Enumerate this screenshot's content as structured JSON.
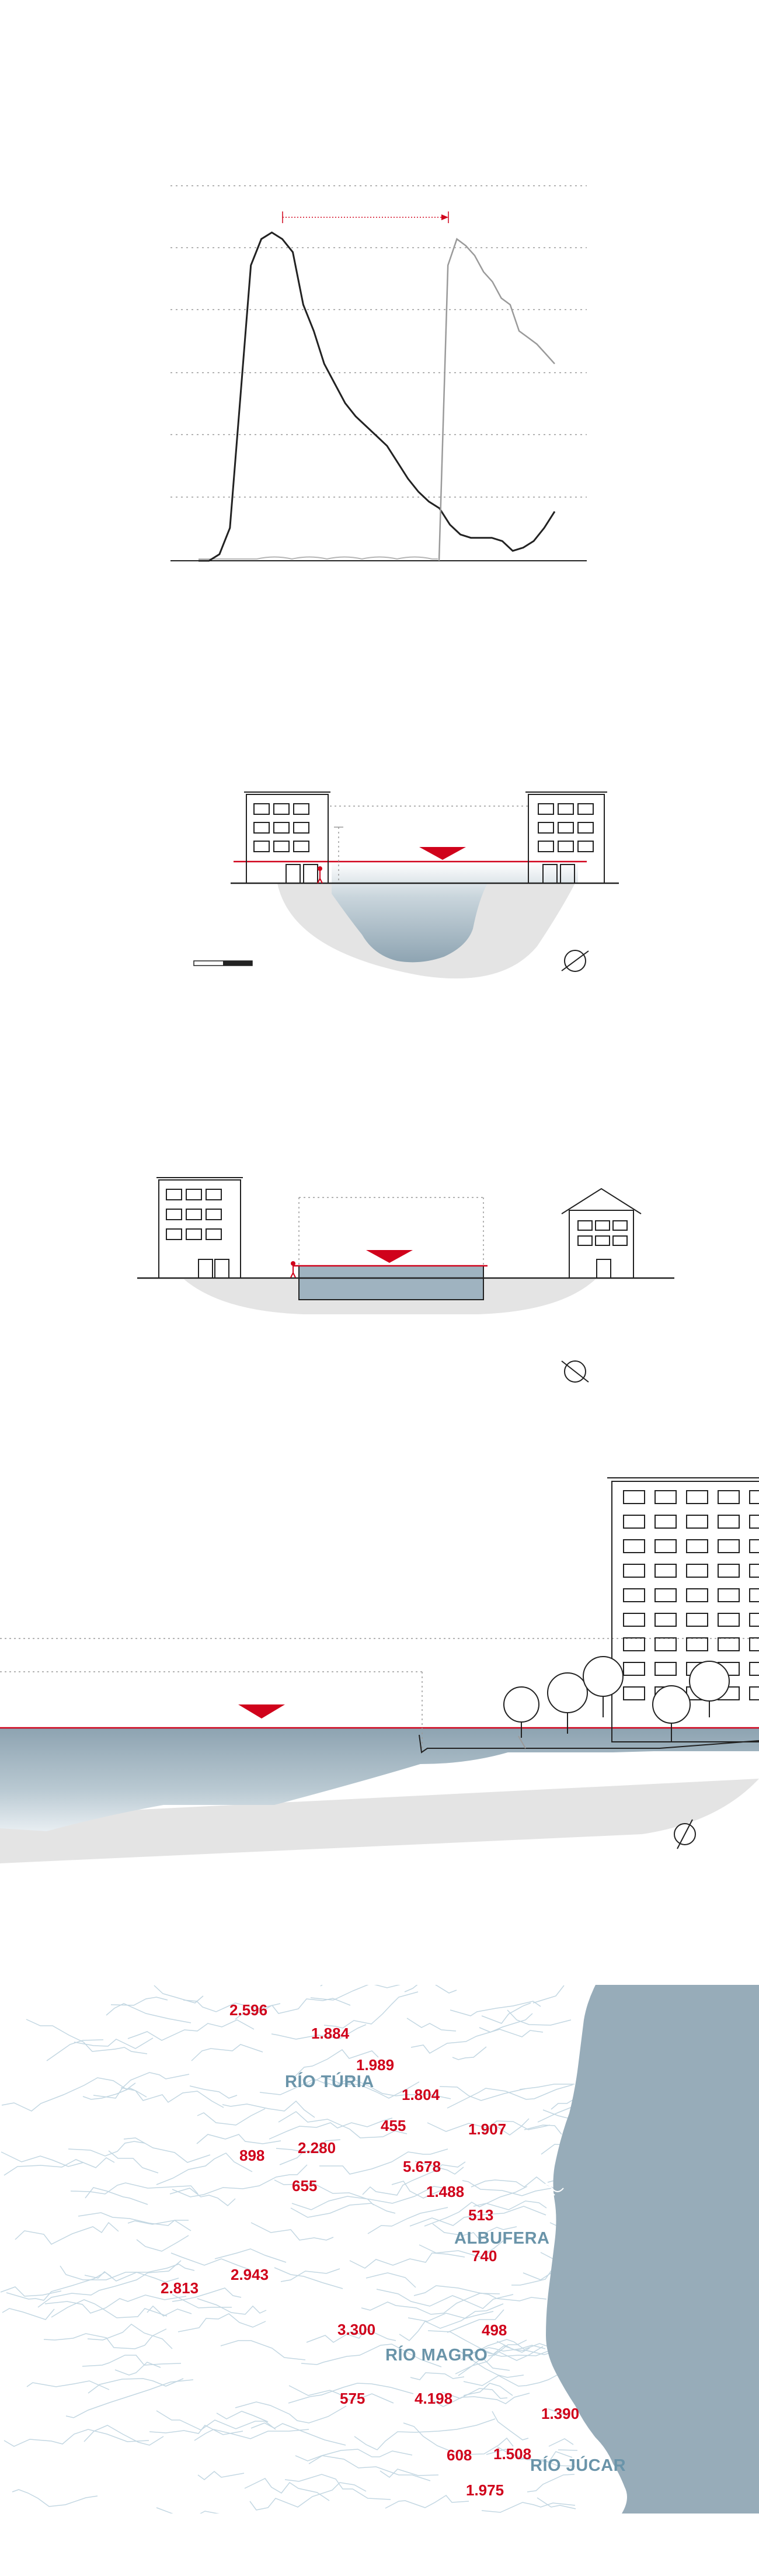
{
  "colors": {
    "accent_red": "#d0021b",
    "water": "#97acb9",
    "ground": "#e4e4e4",
    "line_dark": "#222222",
    "line_light": "#9a9a9a",
    "river_lines": "#c3d7e2"
  },
  "hydrograph": {
    "series": [
      {
        "y": [
          0.0,
          0.0,
          0.02,
          0.1,
          0.5,
          0.9,
          0.98,
          1.0,
          0.98,
          0.94,
          0.78,
          0.7,
          0.6,
          0.54,
          0.48,
          0.44,
          0.41,
          0.38,
          0.35,
          0.3,
          0.25,
          0.21,
          0.18,
          0.16,
          0.11,
          0.08,
          0.07,
          0.07,
          0.07,
          0.06,
          0.03,
          0.04,
          0.06,
          0.1,
          0.15
        ]
      },
      {
        "y": [
          0.0,
          0.9,
          0.98,
          0.96,
          0.93,
          0.88,
          0.85,
          0.8,
          0.78,
          0.7,
          0.68,
          0.66,
          0.63,
          0.6
        ]
      }
    ]
  },
  "sections": [
    {
      "name": "urban-channel-section",
      "water_level": 0.5
    },
    {
      "name": "concrete-channel-section",
      "water_level": 0.5
    },
    {
      "name": "coastal-section",
      "water_level": 0.5
    }
  ],
  "map": {
    "names": [
      {
        "text": "RÍO TÚRIA"
      },
      {
        "text": "ALBUFERA"
      },
      {
        "text": "RÍO MAGRO"
      },
      {
        "text": "RÍO JÚCAR"
      }
    ],
    "values": [
      {
        "text": "2.596"
      },
      {
        "text": "1.884"
      },
      {
        "text": "1.989"
      },
      {
        "text": "1.804"
      },
      {
        "text": "455"
      },
      {
        "text": "1.907"
      },
      {
        "text": "898"
      },
      {
        "text": "2.280"
      },
      {
        "text": "5.678"
      },
      {
        "text": "655"
      },
      {
        "text": "1.488"
      },
      {
        "text": "513"
      },
      {
        "text": "740"
      },
      {
        "text": "2.813"
      },
      {
        "text": "2.943"
      },
      {
        "text": "3.300"
      },
      {
        "text": "498"
      },
      {
        "text": "575"
      },
      {
        "text": "4.198"
      },
      {
        "text": "1.390"
      },
      {
        "text": "608"
      },
      {
        "text": "1.508"
      },
      {
        "text": "1.975"
      }
    ]
  }
}
